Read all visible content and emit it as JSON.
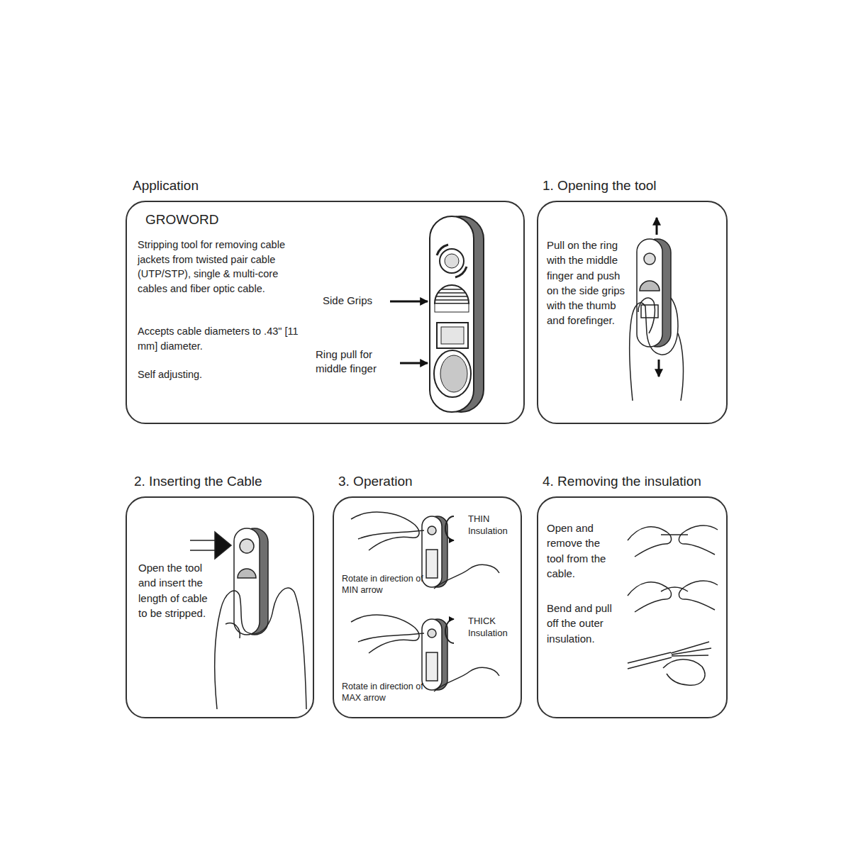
{
  "diagram": {
    "nodes": [
      {
        "text": [
          "Application",
          "GROWORD",
          "Stripping tool for removing cable jackets from twisted pair cable (UTP/STP), single & multi-core cables and fiber optic cable.",
          "Accepts cable diameters to .43\" [11 mm] diameter.",
          "Self adjusting."
        ]
      },
      {
        "text": [
          "1. Opening the tool",
          "Pull on the ring with the middle finger and push on the side grips with the thumb and forefinger."
        ]
      },
      {
        "text": [
          "2. Inserting the Cable",
          "Open the tool and insert the length of cable to be stripped."
        ]
      },
      {
        "text": [
          "3. Operation"
        ]
      },
      {
        "text": [
          "4. Removing the insulation",
          "Open and remove the tool from the cable.",
          "Bend and pull off the outer insulation."
        ]
      }
    ],
    "labels": [
      "Side Grips",
      "Ring pull for middle finger",
      "THIN Insulation",
      "Rotate in direction of MIN arrow",
      "THICK Insulation",
      "Rotate in direction of MAX arrow"
    ]
  }
}
